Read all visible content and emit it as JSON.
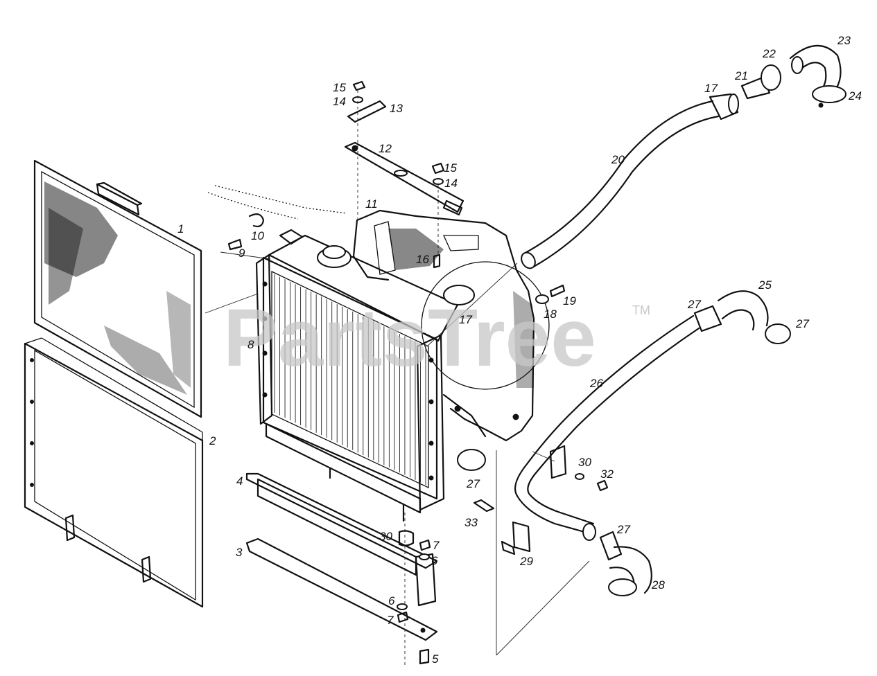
{
  "watermark": {
    "text": "PartsTree",
    "trademark": "TM"
  },
  "callouts": [
    "1",
    "2",
    "3",
    "4",
    "5",
    "6",
    "6",
    "7",
    "7",
    "8",
    "9",
    "10",
    "11",
    "12",
    "13",
    "14",
    "14",
    "15",
    "15",
    "16",
    "17",
    "17",
    "18",
    "19",
    "20",
    "21",
    "22",
    "23",
    "24",
    "25",
    "26",
    "27",
    "27",
    "27",
    "27",
    "28",
    "29",
    "30",
    "30",
    "32",
    "33"
  ]
}
